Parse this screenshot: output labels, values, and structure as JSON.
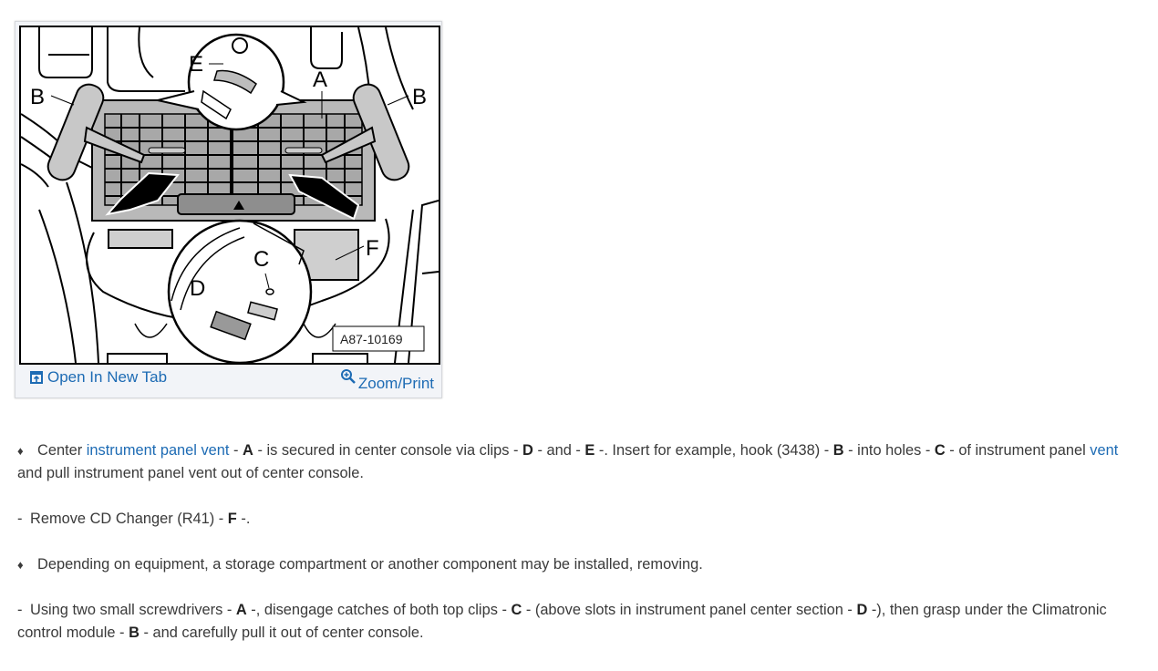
{
  "figure": {
    "reference_number": "A87-10169",
    "callouts": [
      "A",
      "B",
      "B",
      "C",
      "D",
      "E",
      "F"
    ],
    "open_in_new_tab_label": "Open In New Tab",
    "zoom_print_label": "Zoom/Print",
    "icons": {
      "open_tab": "open-in-new-tab-icon",
      "zoom": "magnifier-plus-icon"
    }
  },
  "colors": {
    "link": "#1d6bb4",
    "text": "#3a3a3a",
    "figure_bg": "#f2f4f8"
  },
  "paragraphs": [
    {
      "marker": "♦",
      "segments": [
        {
          "t": "Center "
        },
        {
          "t": "instrument panel vent",
          "link": true
        },
        {
          "t": " - "
        },
        {
          "t": "A",
          "bold": true
        },
        {
          "t": " - is secured in center console via clips - "
        },
        {
          "t": "D",
          "bold": true
        },
        {
          "t": " - and - "
        },
        {
          "t": "E",
          "bold": true
        },
        {
          "t": " -. Insert for example, hook (3438) - "
        },
        {
          "t": "B",
          "bold": true
        },
        {
          "t": " - into holes - "
        },
        {
          "t": "C",
          "bold": true
        },
        {
          "t": " - of instrument panel "
        },
        {
          "t": "vent",
          "link": true
        },
        {
          "t": " and pull instrument panel vent out of center console."
        }
      ]
    },
    {
      "marker": "-",
      "segments": [
        {
          "t": "Remove CD Changer (R41) - "
        },
        {
          "t": "F",
          "bold": true
        },
        {
          "t": " -."
        }
      ]
    },
    {
      "marker": "♦",
      "segments": [
        {
          "t": "Depending on equipment, a storage compartment or another component may be installed, removing."
        }
      ]
    },
    {
      "marker": "-",
      "segments": [
        {
          "t": "Using two small screwdrivers - "
        },
        {
          "t": "A",
          "bold": true
        },
        {
          "t": " -, disengage catches of both top clips - "
        },
        {
          "t": "C",
          "bold": true
        },
        {
          "t": " - (above slots in instrument panel center section - "
        },
        {
          "t": "D",
          "bold": true
        },
        {
          "t": " -), then grasp under the Climatronic control module - "
        },
        {
          "t": "B",
          "bold": true
        },
        {
          "t": " - and carefully pull it out of center console."
        }
      ]
    }
  ]
}
